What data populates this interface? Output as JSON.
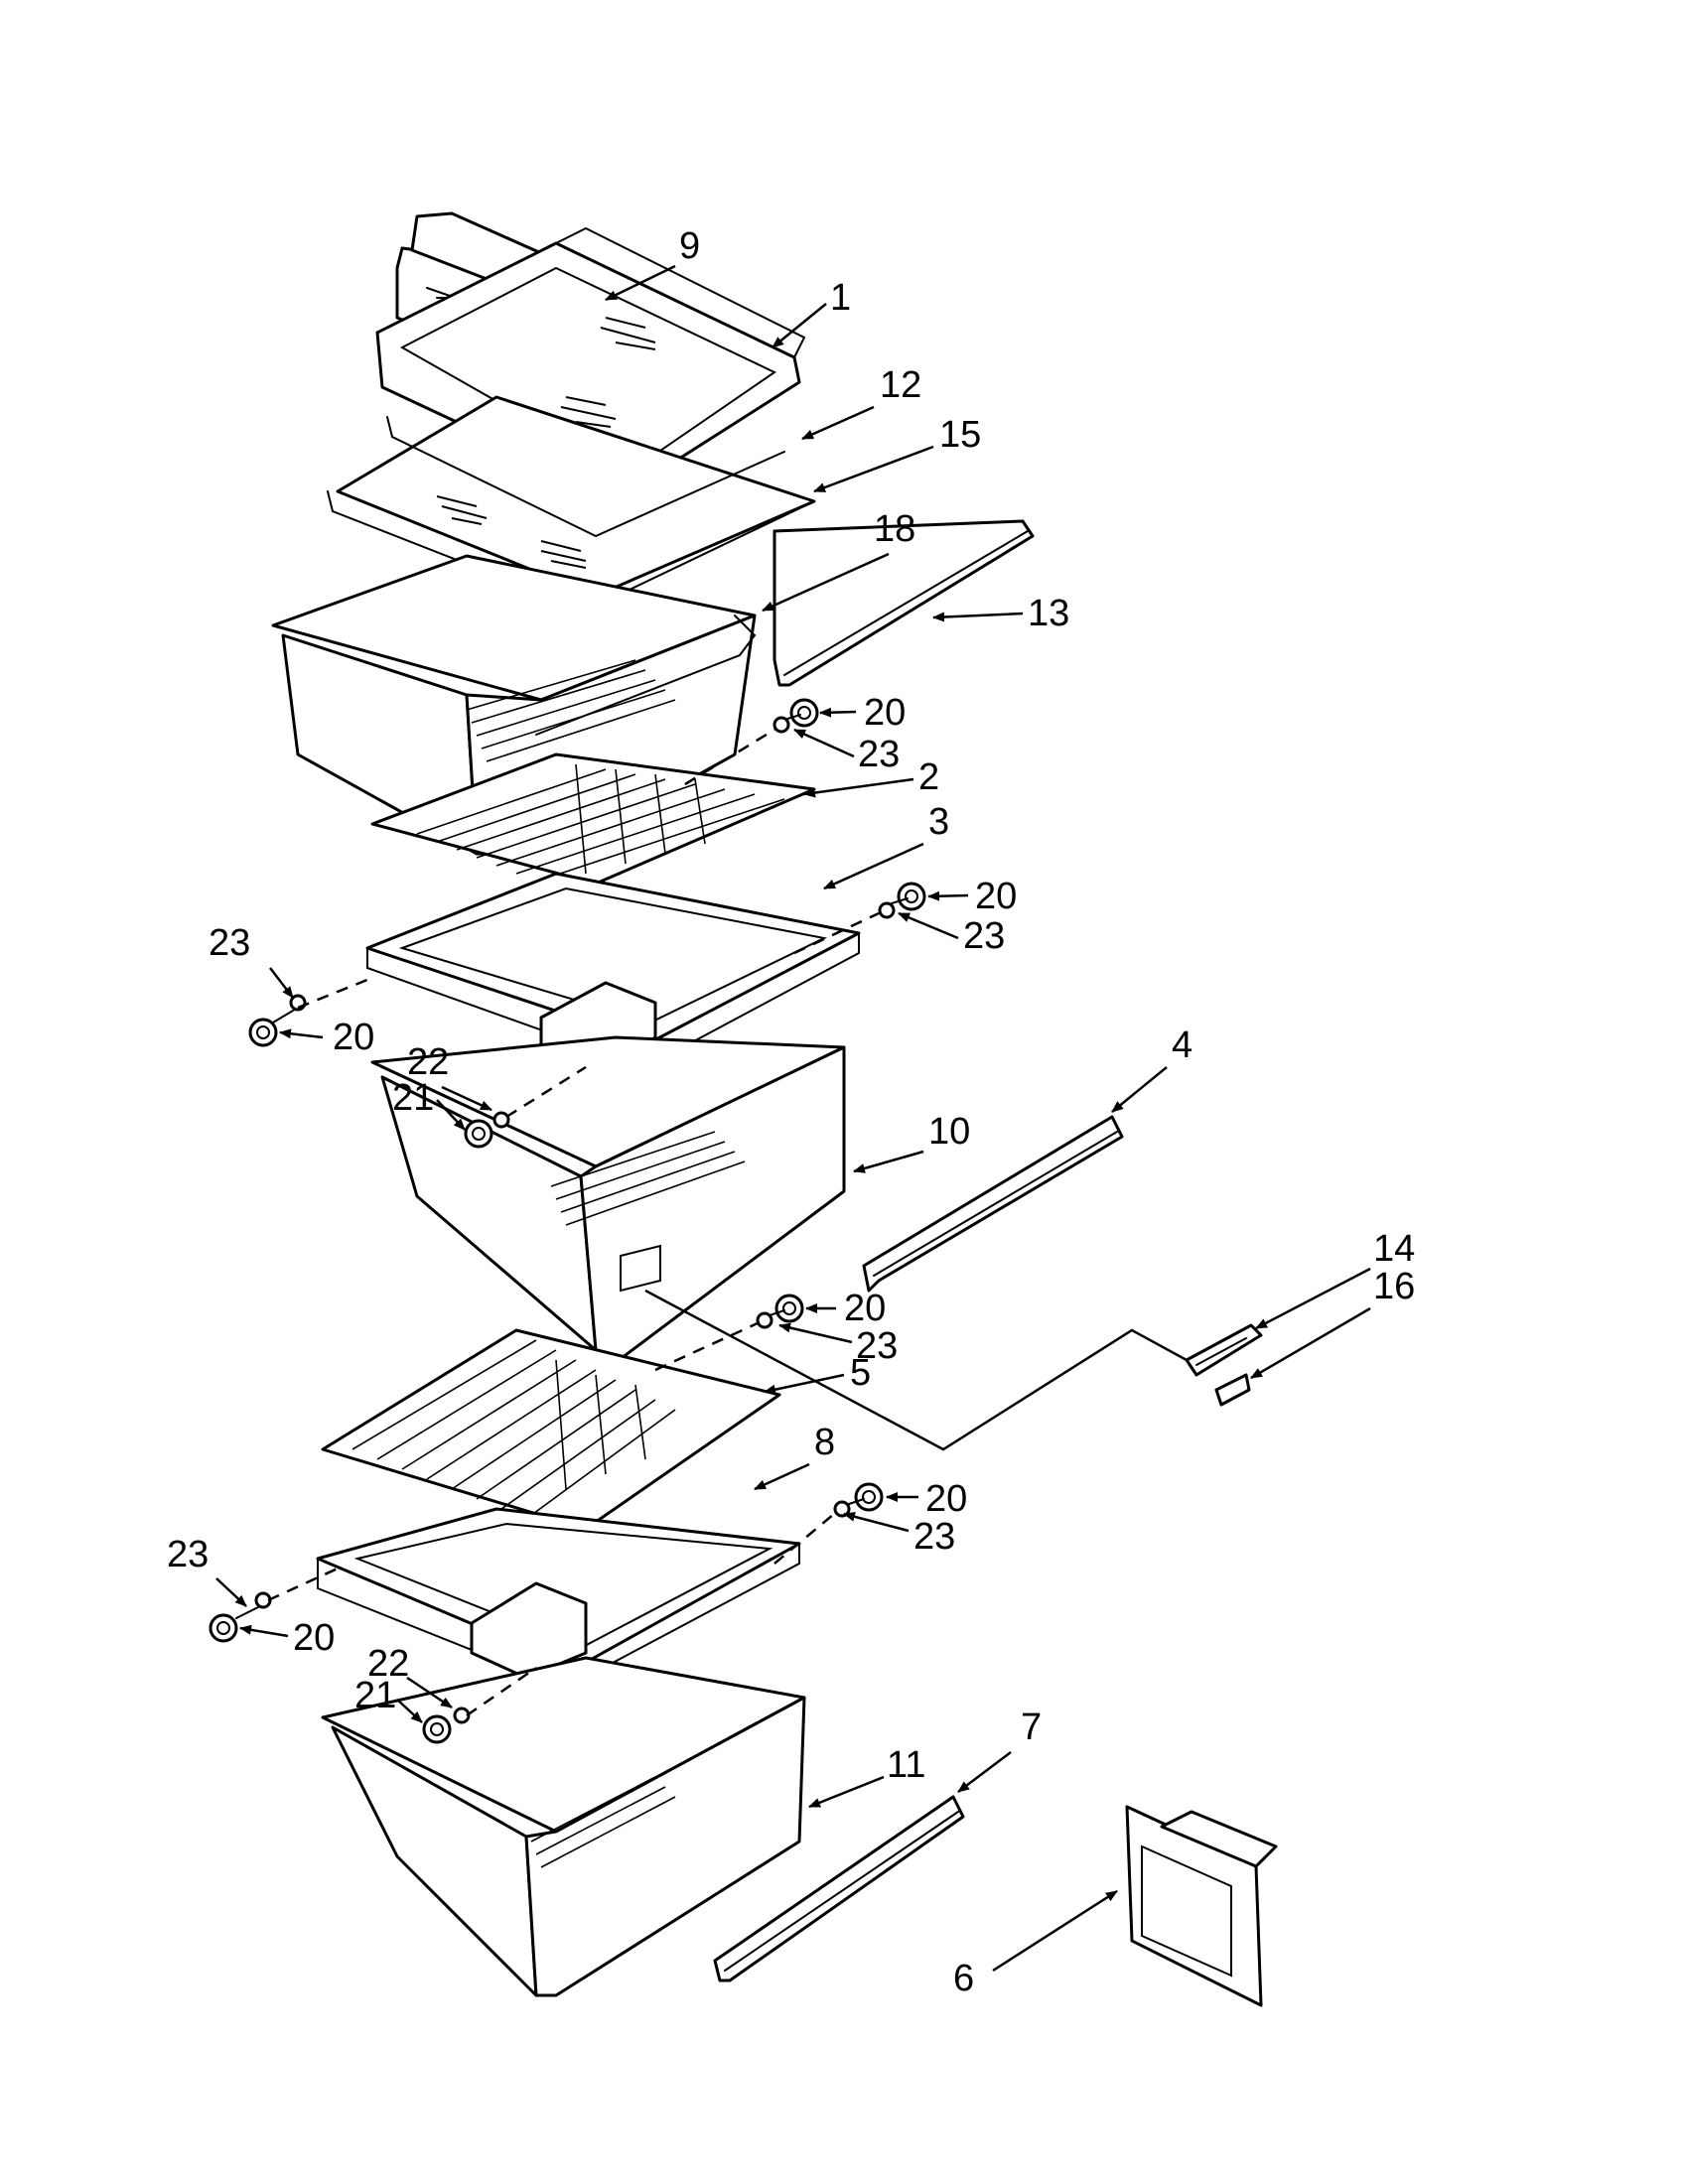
{
  "callouts": {
    "c1": "1",
    "c2": "2",
    "c3": "3",
    "c4": "4",
    "c5": "5",
    "c6": "6",
    "c7": "7",
    "c8": "8",
    "c9": "9",
    "c10": "10",
    "c11": "11",
    "c12": "12",
    "c13": "13",
    "c14": "14",
    "c15": "15",
    "c16": "16",
    "c18": "18",
    "c20": "20",
    "c21": "21",
    "c22": "22",
    "c23": "23"
  }
}
